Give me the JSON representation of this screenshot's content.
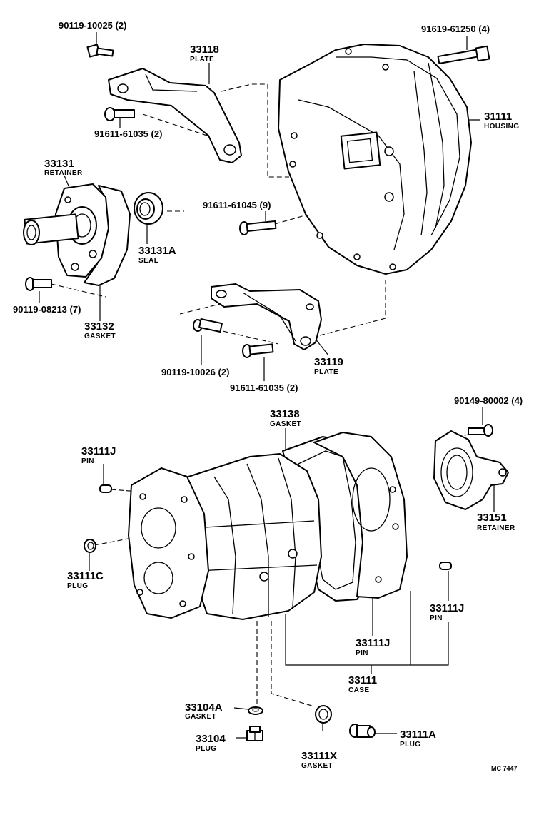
{
  "diagram": {
    "drawing_code": "MC 7447",
    "callouts": [
      {
        "id": "bolt-90119-10025-top",
        "number": "90119-10025 (2)"
      },
      {
        "id": "plate-33118",
        "number": "33118",
        "name": "PLATE"
      },
      {
        "id": "bolt-91611-61035-top",
        "number": "91611-61035 (2)"
      },
      {
        "id": "bolt-91619-61250",
        "number": "91619-61250 (4)"
      },
      {
        "id": "housing-31111",
        "number": "31111",
        "name": "HOUSING"
      },
      {
        "id": "retainer-33131",
        "number": "33131",
        "name": "RETAINER"
      },
      {
        "id": "seal-33131a",
        "number": "33131A",
        "name": "SEAL"
      },
      {
        "id": "bolt-91611-61045",
        "number": "91611-61045 (9)"
      },
      {
        "id": "bolt-90119-08213",
        "number": "90119-08213 (7)"
      },
      {
        "id": "gasket-33132",
        "number": "33132",
        "name": "GASKET"
      },
      {
        "id": "plate-33119",
        "number": "33119",
        "name": "PLATE"
      },
      {
        "id": "bolt-90119-10026",
        "number": "90119-10026 (2)"
      },
      {
        "id": "bolt-91611-61035-bottom",
        "number": "91611-61035 (2)"
      },
      {
        "id": "gasket-33138",
        "number": "33138",
        "name": "GASKET"
      },
      {
        "id": "bolt-90149-80002",
        "number": "90149-80002 (4)"
      },
      {
        "id": "pin-33111j-left",
        "number": "33111J",
        "name": "PIN"
      },
      {
        "id": "retainer-33151",
        "number": "33151",
        "name": "RETAINER"
      },
      {
        "id": "plug-33111c",
        "number": "33111C",
        "name": "PLUG"
      },
      {
        "id": "pin-33111j-right",
        "number": "33111J",
        "name": "PIN"
      },
      {
        "id": "pin-33111j-center",
        "number": "33111J",
        "name": "PIN"
      },
      {
        "id": "case-33111",
        "number": "33111",
        "name": "CASE"
      },
      {
        "id": "gasket-33104a",
        "number": "33104A",
        "name": "GASKET"
      },
      {
        "id": "plug-33104",
        "number": "33104",
        "name": "PLUG"
      },
      {
        "id": "gasket-33111x",
        "number": "33111X",
        "name": "GASKET"
      },
      {
        "id": "plug-33111a",
        "number": "33111A",
        "name": "PLUG"
      }
    ]
  }
}
